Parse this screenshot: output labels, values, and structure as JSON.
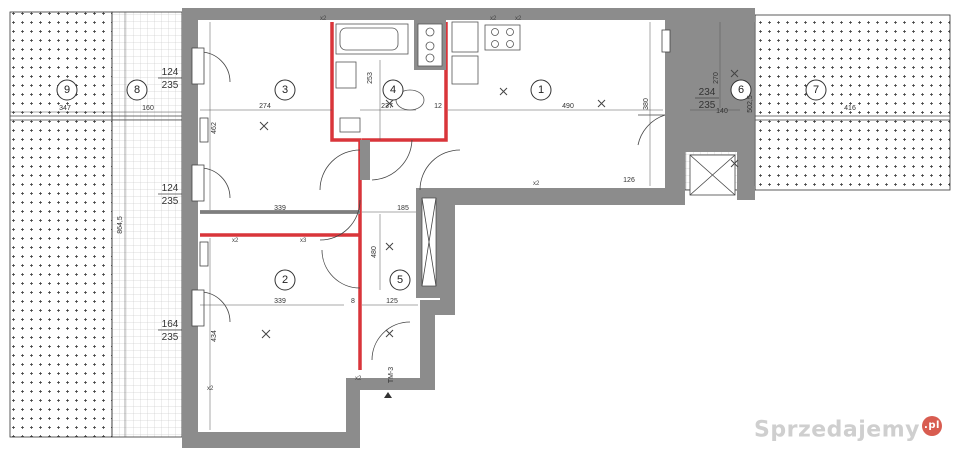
{
  "rooms": {
    "r1": "1",
    "r2": "2",
    "r3": "3",
    "r4": "4",
    "r5": "5",
    "r6": "6",
    "r7": "7",
    "r8": "8",
    "r9": "9"
  },
  "dimensions": {
    "d347": "347",
    "d160": "160",
    "d274": "274",
    "d253": "253",
    "d237": "237",
    "d12a": "12",
    "d490": "490",
    "d380": "380",
    "d462": "462",
    "d339a": "339",
    "d185": "185",
    "d480": "480",
    "d339b": "339",
    "d8": "8",
    "d125": "125",
    "d434": "434",
    "d8645": "864,5",
    "d270": "270",
    "d140": "140",
    "d5025": "502,5",
    "d416": "416",
    "d126": "126"
  },
  "windows": {
    "w1_width": "124",
    "w1_height": "235",
    "w2_width": "124",
    "w2_height": "235",
    "w3_width": "164",
    "w3_height": "235",
    "w4_width": "234",
    "w4_height": "235"
  },
  "labels": {
    "tm": "TM-3",
    "socket_x2": "x2",
    "socket_x3": "x3"
  },
  "watermark": {
    "brand": "Sprzedajemy",
    "tld": ".pl"
  },
  "colors": {
    "wall": "#8c8c8c",
    "wall_red": "#d9353a",
    "terrace_dot": "#333333"
  }
}
